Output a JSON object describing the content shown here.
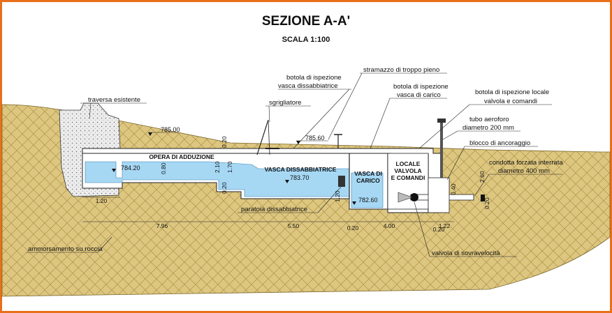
{
  "header": {
    "title": "SEZIONE A-A'",
    "scale": "SCALA 1:100"
  },
  "colors": {
    "frame": "#e8701a",
    "ground": "#dcc680",
    "hatch": "#a8883a",
    "water": "#a6d8f4",
    "concrete": "#ffffff",
    "rock": "#d8d8d8"
  },
  "labels": {
    "traversa": "traversa esistente",
    "sgrigliatore": "sgrigliatore",
    "botola_diss_1": "botola di ispezione",
    "botola_diss_2": "vasca dissabbiatrice",
    "stramazzo": "stramazzo di troppo pieno",
    "botola_carico_1": "botola di ispezione",
    "botola_carico_2": "vasca di carico",
    "botola_locale_1": "botola di ispezione locale",
    "botola_locale_2": "valvola e comandi",
    "tubo_1": "tubo aeroforo",
    "tubo_2": "diametro 200 mm",
    "blocco": "blocco di ancoraggio",
    "condotta_1": "condotta forzata interrata",
    "condotta_2": "diametro 400 mm",
    "paratoia": "paratoia dissabbiatrice",
    "ammorsamento": "ammorsamento su roccia",
    "valvola": "valvola di sovravelocità"
  },
  "blocks": {
    "opera": "OPERA DI ADDUZIONE",
    "vasca_diss": "VASCA DISSABBIATRICE",
    "vasca_carico_1": "VASCA DI",
    "vasca_carico_2": "CARICO",
    "locale_1": "LOCALE",
    "locale_2": "VALVOLA",
    "locale_3": "E COMANDI"
  },
  "elevations": {
    "e785_00": "785.00",
    "e784_20": "784.20",
    "e785_60": "785.60",
    "e783_70": "783.70",
    "e782_60": "782.60"
  },
  "dimensions": {
    "d120": "1.20",
    "d796": "7.96",
    "d550": "5.50",
    "d020a": "0.20",
    "d400": "4.00",
    "d020b": "0.20",
    "d122": "1.22",
    "v020top": "0.20",
    "v080": "0.80",
    "v210": "2.10",
    "v170": "1.70",
    "v020low": "0.20",
    "v120": "1.20",
    "v040": "0.40",
    "v260": "2.60",
    "v020r": "0.20"
  }
}
